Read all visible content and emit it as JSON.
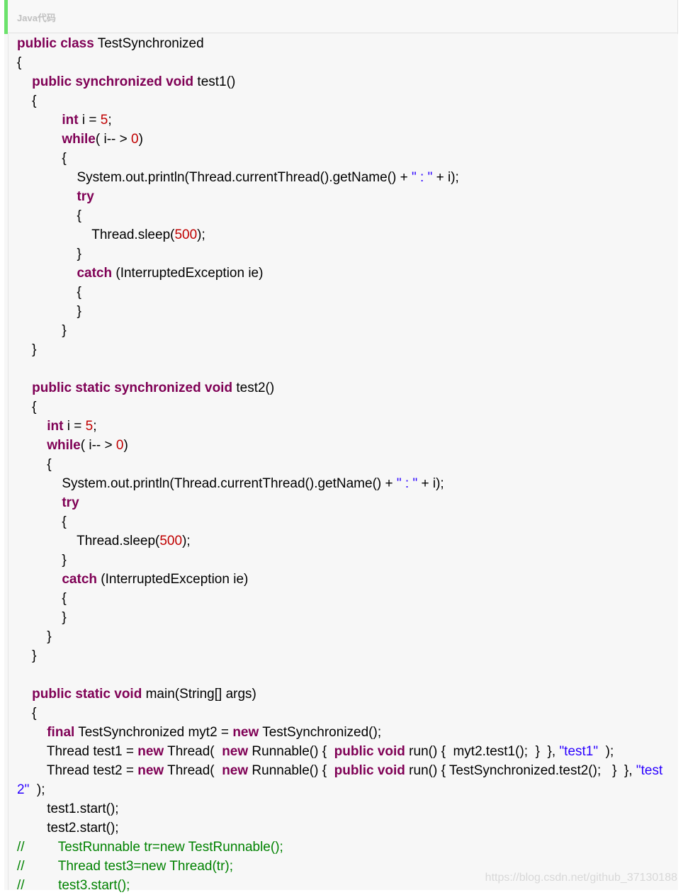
{
  "header": {
    "language_label": "Java代码"
  },
  "code": {
    "lines": [
      [
        {
          "t": "public class",
          "c": "kw"
        },
        {
          "t": " TestSynchronized"
        }
      ],
      [
        {
          "t": "{"
        }
      ],
      [
        {
          "t": "    "
        },
        {
          "t": "public synchronized void",
          "c": "kw"
        },
        {
          "t": " test1()"
        }
      ],
      [
        {
          "t": "    {"
        }
      ],
      [
        {
          "t": "            "
        },
        {
          "t": "int",
          "c": "kw"
        },
        {
          "t": " i = "
        },
        {
          "t": "5",
          "c": "num"
        },
        {
          "t": ";"
        }
      ],
      [
        {
          "t": "            "
        },
        {
          "t": "while",
          "c": "kw"
        },
        {
          "t": "( i-- > "
        },
        {
          "t": "0",
          "c": "num"
        },
        {
          "t": ")"
        }
      ],
      [
        {
          "t": "            {"
        }
      ],
      [
        {
          "t": "                System.out.println(Thread.currentThread().getName() + "
        },
        {
          "t": "\" : \"",
          "c": "str"
        },
        {
          "t": " + i);"
        }
      ],
      [
        {
          "t": "                "
        },
        {
          "t": "try",
          "c": "kw"
        }
      ],
      [
        {
          "t": "                {"
        }
      ],
      [
        {
          "t": "                    Thread.sleep("
        },
        {
          "t": "500",
          "c": "num"
        },
        {
          "t": ");"
        }
      ],
      [
        {
          "t": "                }"
        }
      ],
      [
        {
          "t": "                "
        },
        {
          "t": "catch",
          "c": "kw"
        },
        {
          "t": " (InterruptedException ie)"
        }
      ],
      [
        {
          "t": "                {"
        }
      ],
      [
        {
          "t": "                }"
        }
      ],
      [
        {
          "t": "            }"
        }
      ],
      [
        {
          "t": "    }"
        }
      ],
      [
        {
          "t": ""
        }
      ],
      [
        {
          "t": "    "
        },
        {
          "t": "public static synchronized void",
          "c": "kw"
        },
        {
          "t": " test2()"
        }
      ],
      [
        {
          "t": "    {"
        }
      ],
      [
        {
          "t": "        "
        },
        {
          "t": "int",
          "c": "kw"
        },
        {
          "t": " i = "
        },
        {
          "t": "5",
          "c": "num"
        },
        {
          "t": ";"
        }
      ],
      [
        {
          "t": "        "
        },
        {
          "t": "while",
          "c": "kw"
        },
        {
          "t": "( i-- > "
        },
        {
          "t": "0",
          "c": "num"
        },
        {
          "t": ")"
        }
      ],
      [
        {
          "t": "        {"
        }
      ],
      [
        {
          "t": "            System.out.println(Thread.currentThread().getName() + "
        },
        {
          "t": "\" : \"",
          "c": "str"
        },
        {
          "t": " + i);"
        }
      ],
      [
        {
          "t": "            "
        },
        {
          "t": "try",
          "c": "kw"
        }
      ],
      [
        {
          "t": "            {"
        }
      ],
      [
        {
          "t": "                Thread.sleep("
        },
        {
          "t": "500",
          "c": "num"
        },
        {
          "t": ");"
        }
      ],
      [
        {
          "t": "            }"
        }
      ],
      [
        {
          "t": "            "
        },
        {
          "t": "catch",
          "c": "kw"
        },
        {
          "t": " (InterruptedException ie)"
        }
      ],
      [
        {
          "t": "            {"
        }
      ],
      [
        {
          "t": "            }"
        }
      ],
      [
        {
          "t": "        }"
        }
      ],
      [
        {
          "t": "    }"
        }
      ],
      [
        {
          "t": ""
        }
      ],
      [
        {
          "t": "    "
        },
        {
          "t": "public static void",
          "c": "kw"
        },
        {
          "t": " main(String[] args)"
        }
      ],
      [
        {
          "t": "    {"
        }
      ],
      [
        {
          "t": "        "
        },
        {
          "t": "final",
          "c": "kw"
        },
        {
          "t": " TestSynchronized myt2 = "
        },
        {
          "t": "new",
          "c": "kw"
        },
        {
          "t": " TestSynchronized();"
        }
      ],
      [
        {
          "t": "        Thread test1 = "
        },
        {
          "t": "new",
          "c": "kw"
        },
        {
          "t": " Thread(  "
        },
        {
          "t": "new",
          "c": "kw"
        },
        {
          "t": " Runnable() {  "
        },
        {
          "t": "public void",
          "c": "kw"
        },
        {
          "t": " run() {  myt2.test1();  }  }, "
        },
        {
          "t": "\"test1\"",
          "c": "str"
        },
        {
          "t": "  );"
        }
      ],
      [
        {
          "t": "        Thread test2 = "
        },
        {
          "t": "new",
          "c": "kw"
        },
        {
          "t": " Thread(  "
        },
        {
          "t": "new",
          "c": "kw"
        },
        {
          "t": " Runnable() {  "
        },
        {
          "t": "public void",
          "c": "kw"
        },
        {
          "t": " run() { TestSynchronized.test2();   }  }, "
        },
        {
          "t": "\"test",
          "c": "str"
        }
      ],
      [
        {
          "t": "2\"",
          "c": "str"
        },
        {
          "t": "  );"
        }
      ],
      [
        {
          "t": "        test1.start();"
        }
      ],
      [
        {
          "t": "        test2.start();"
        }
      ],
      [
        {
          "t": "//         TestRunnable tr=new TestRunnable();",
          "c": "cm"
        }
      ],
      [
        {
          "t": "//         Thread test3=new Thread(tr);",
          "c": "cm"
        }
      ],
      [
        {
          "t": "//         test3.start();",
          "c": "cm"
        }
      ]
    ]
  },
  "watermark": "https://blog.csdn.net/github_37130188"
}
